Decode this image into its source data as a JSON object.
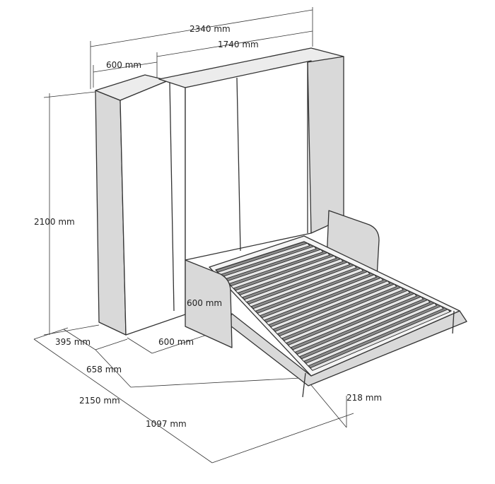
{
  "title": "Wall bed with side cabinet dimensions",
  "dimensions": {
    "total_width": "2340 mm",
    "bed_unit_width": "1740 mm",
    "cabinet_width": "600 mm",
    "height": "2100 mm",
    "side_panel_height": "600 mm",
    "cabinet_depth": "395 mm",
    "side_panel_depth": "600 mm",
    "unit_depth": "658 mm",
    "total_depth": "2150 mm",
    "bed_extension": "1097 mm",
    "bed_frame_height": "218 mm"
  },
  "colors": {
    "panel_side": "#d9d9d9",
    "panel_front": "#ffffff",
    "line": "#333333"
  }
}
